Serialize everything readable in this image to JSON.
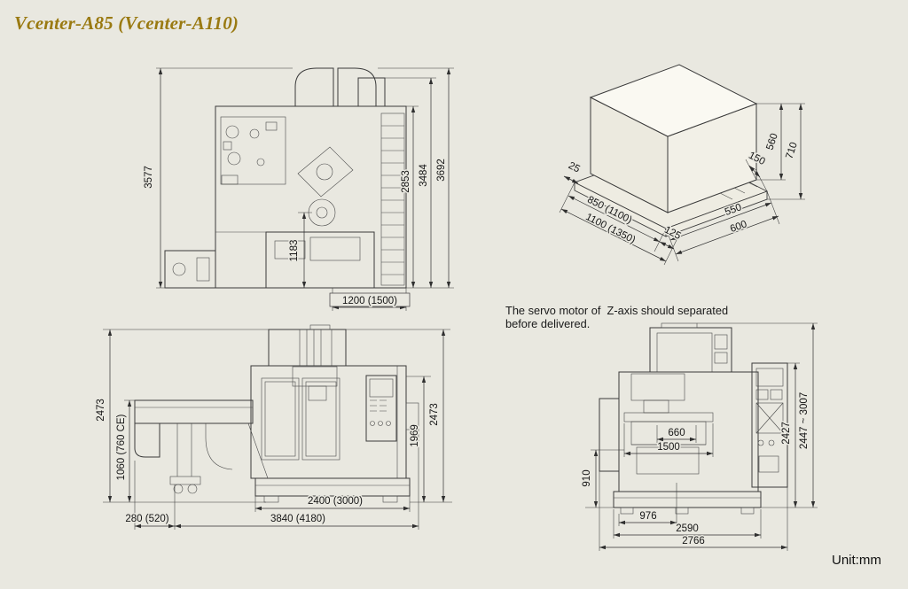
{
  "title": "Vcenter-A85 (Vcenter-A110)",
  "unit_label": "Unit:mm",
  "note": {
    "line1": "The servo motor of  Z-axis should separated",
    "line2": "before delivered."
  },
  "colors": {
    "background": "#e9e8e0",
    "title": "#9a7a12",
    "line": "#3a3a3a"
  },
  "views": {
    "top": {
      "dims": {
        "total_height": "3577",
        "body_height": "2853",
        "mid_height": "3484",
        "overall_height": "3692",
        "lower_section_height": "1183",
        "width": "1200 (1500)"
      }
    },
    "iso": {
      "dims": {
        "edge_offset": "25",
        "pallet_length": "850 (1100)",
        "pallet_length_overall": "1100 (1350)",
        "corner_offset": "125",
        "pallet_depth": "550",
        "pallet_depth_overall": "600",
        "side_margin": "150",
        "box_height": "560",
        "overall_height": "710"
      }
    },
    "front": {
      "dims": {
        "overall_height_left": "2473",
        "conveyor_height": "1060 (760 CE)",
        "door_height": "1969",
        "overall_height_right": "2473",
        "base_width": "2400 (3000)",
        "conveyor_extension": "280 (520)",
        "overall_width": "3840 (4180)"
      }
    },
    "side": {
      "dims": {
        "table_width": "660",
        "table_length": "1500",
        "table_height": "910",
        "front_depth": "976",
        "base_depth": "2590",
        "overall_depth": "2766",
        "cabinet_height": "2427",
        "overall_height_range": "2447 ~ 3007"
      }
    }
  }
}
